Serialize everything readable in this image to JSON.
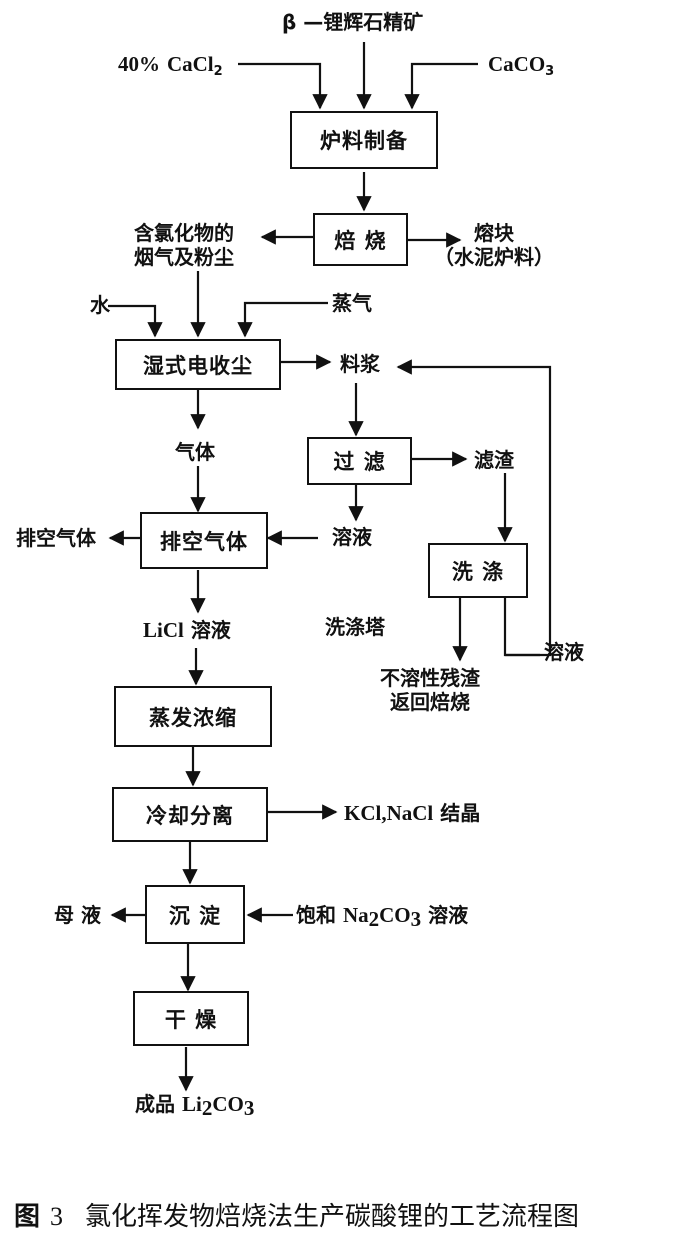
{
  "figure": {
    "caption_prefix": "图",
    "caption_number": "3",
    "caption_text": "氯化挥发物焙烧法生产碳酸锂的工艺流程图"
  },
  "inputs": {
    "cacl2_pct": "40%",
    "cacl2_formula": "CaCl",
    "cacl2_sub": "2",
    "spodumene": "β —锂辉石精矿",
    "caco3_formula": "CaCO",
    "caco3_sub": "3"
  },
  "process_boxes": {
    "furnace_prep": "炉料制备",
    "roasting": "焙 烧",
    "wet_esp": "湿式电收尘",
    "filtration": "过 滤",
    "exhaust": "排空气体",
    "washing": "洗 涤",
    "evaporation": "蒸发浓缩",
    "cooling_separation": "冷却分离",
    "precipitation": "沉 淀",
    "drying": "干 燥"
  },
  "streams": {
    "chloride_fumes_line1": "含氯化物的",
    "chloride_fumes_line2": "烟气及粉尘",
    "clinker_line1": "熔块",
    "clinker_line2": "（水泥炉料）",
    "water": "水",
    "steam": "蒸气",
    "slurry": "料浆",
    "gas": "气体",
    "filter_residue": "滤渣",
    "solution_filtrate": "溶液",
    "vent_gas": "排空气体",
    "washing_tower": "洗涤塔",
    "wash_solution": "溶液",
    "licl_formula": "LiCl",
    "licl_solution": "溶液",
    "insoluble_line1": "不溶性残渣",
    "insoluble_line2": "返回焙烧",
    "crystals_formula": "KCl,NaCl",
    "crystals_text": "结晶",
    "mother_liquor": "母 液",
    "na2co3_prefix": "饱和",
    "na2co3_na": "Na",
    "na2co3_sub1": "2",
    "na2co3_co": "CO",
    "na2co3_sub2": "3",
    "na2co3_suffix": "溶液",
    "product_prefix": "成品",
    "product_li": "Li",
    "product_sub1": "2",
    "product_co": "CO",
    "product_sub2": "3"
  }
}
